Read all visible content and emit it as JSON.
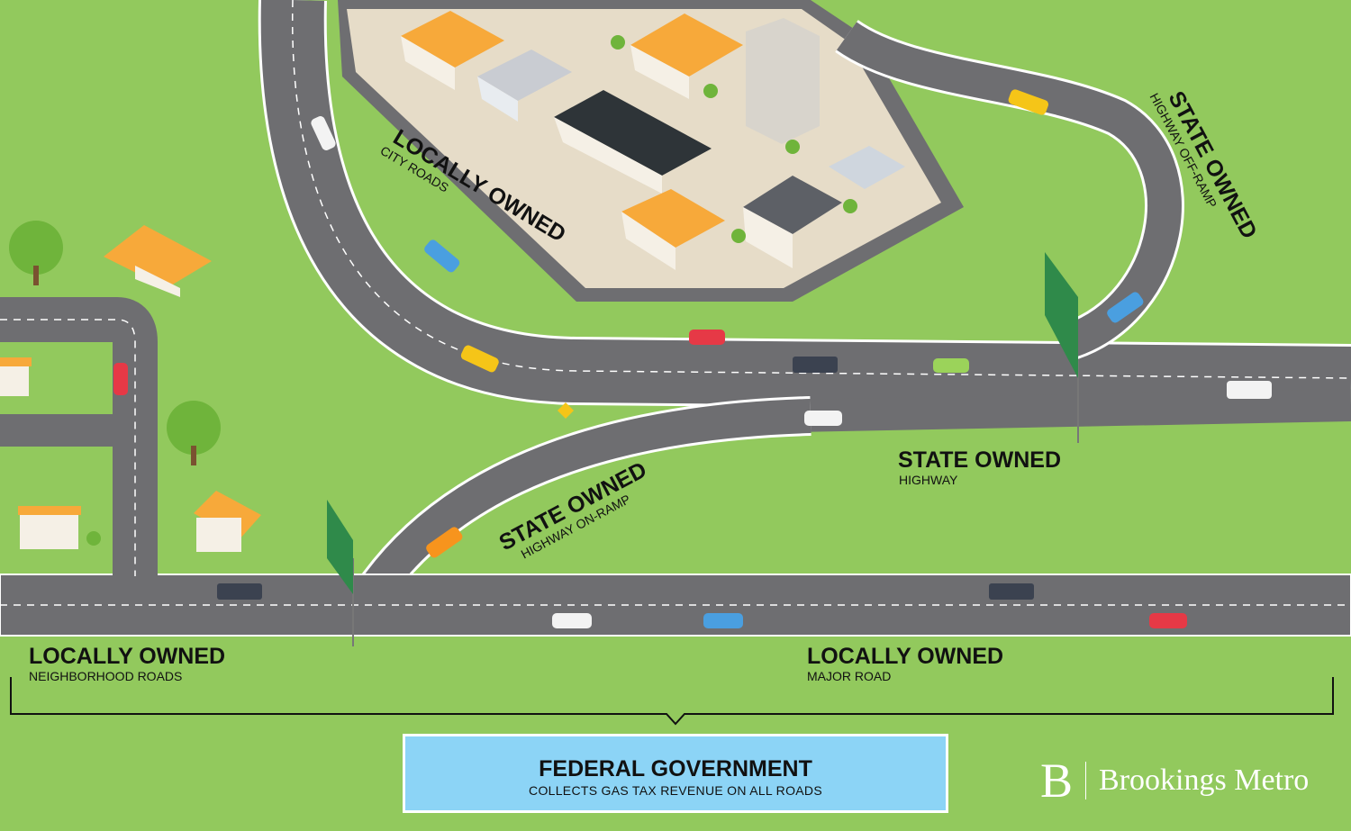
{
  "labels": {
    "city_roads": {
      "title": "LOCALLY OWNED",
      "subtitle": "CITY ROADS"
    },
    "off_ramp": {
      "title": "STATE OWNED",
      "subtitle": "HIGHWAY OFF-RAMP"
    },
    "highway": {
      "title": "STATE OWNED",
      "subtitle": "HIGHWAY"
    },
    "on_ramp": {
      "title": "STATE OWNED",
      "subtitle": "HIGHWAY ON-RAMP"
    },
    "neighborhood": {
      "title": "LOCALLY OWNED",
      "subtitle": "NEIGHBORHOOD ROADS"
    },
    "major_road": {
      "title": "LOCALLY OWNED",
      "subtitle": "MAJOR ROAD"
    }
  },
  "federal": {
    "title": "FEDERAL GOVERNMENT",
    "subtitle": "COLLECTS GAS TAX REVENUE ON ALL ROADS"
  },
  "brand": {
    "mark": "B",
    "name": "Brookings Metro"
  },
  "colors": {
    "grass": "#92c95d",
    "road": "#6e6e71",
    "federal_box": "#8cd4f6",
    "sign": "#2f8a4a"
  }
}
